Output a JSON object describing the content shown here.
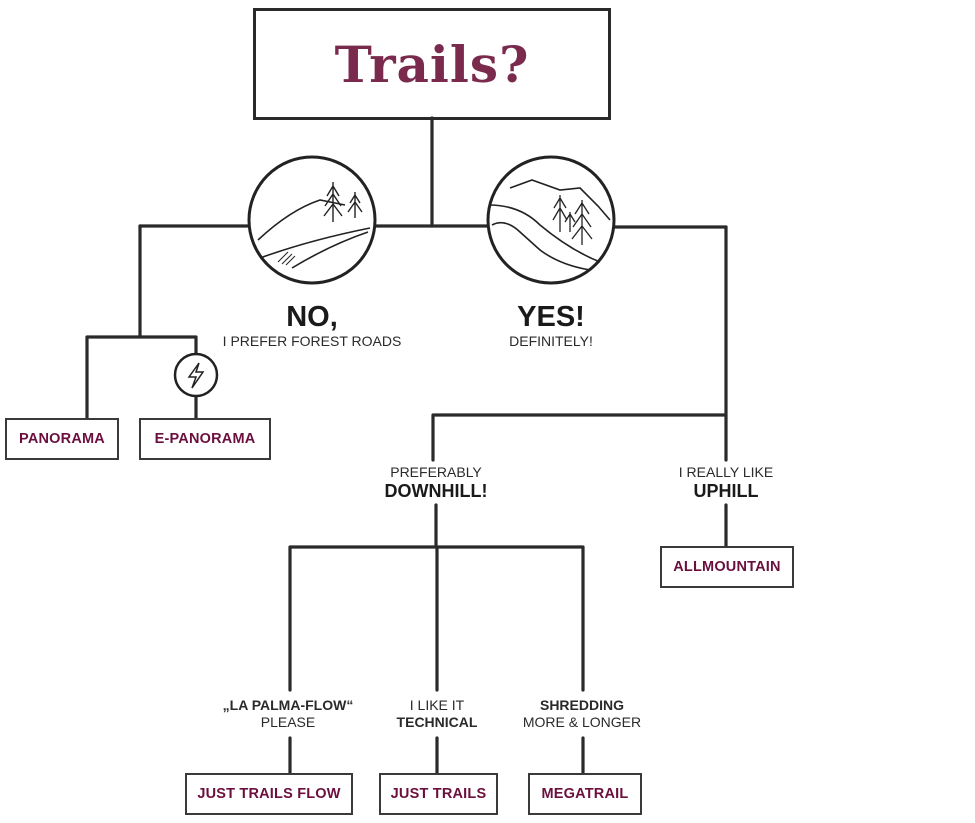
{
  "title": "Trails?",
  "branches": {
    "no": {
      "heading": "NO,",
      "sub": "I PREFER FOREST ROADS",
      "icon": "forest-road-icon"
    },
    "yes": {
      "heading": "YES!",
      "sub": "DEFINITELY!",
      "icon": "mountain-trail-icon"
    }
  },
  "no_results": [
    {
      "label": "PANORAMA"
    },
    {
      "label": "E-PANORAMA",
      "icon": "lightning-icon"
    }
  ],
  "yes_options": {
    "downhill": {
      "pre": "PREFERABLY",
      "main": "DOWNHILL!"
    },
    "uphill": {
      "pre": "I REALLY LIKE",
      "main": "UPHILL",
      "result": "ALLMOUNTAIN"
    }
  },
  "downhill_options": [
    {
      "line1": "„LA PALMA-FLOW“",
      "line2": "PLEASE",
      "result": "JUST TRAILS FLOW"
    },
    {
      "line1": "I LIKE IT",
      "line2": "TECHNICAL",
      "result": "JUST TRAILS"
    },
    {
      "line1": "SHREDDING",
      "line2": "MORE & LONGER",
      "result": "MEGATRAIL"
    }
  ],
  "colors": {
    "accent": "#6b0f3e",
    "title": "#7a2a4c",
    "line": "#2a2a2a"
  }
}
